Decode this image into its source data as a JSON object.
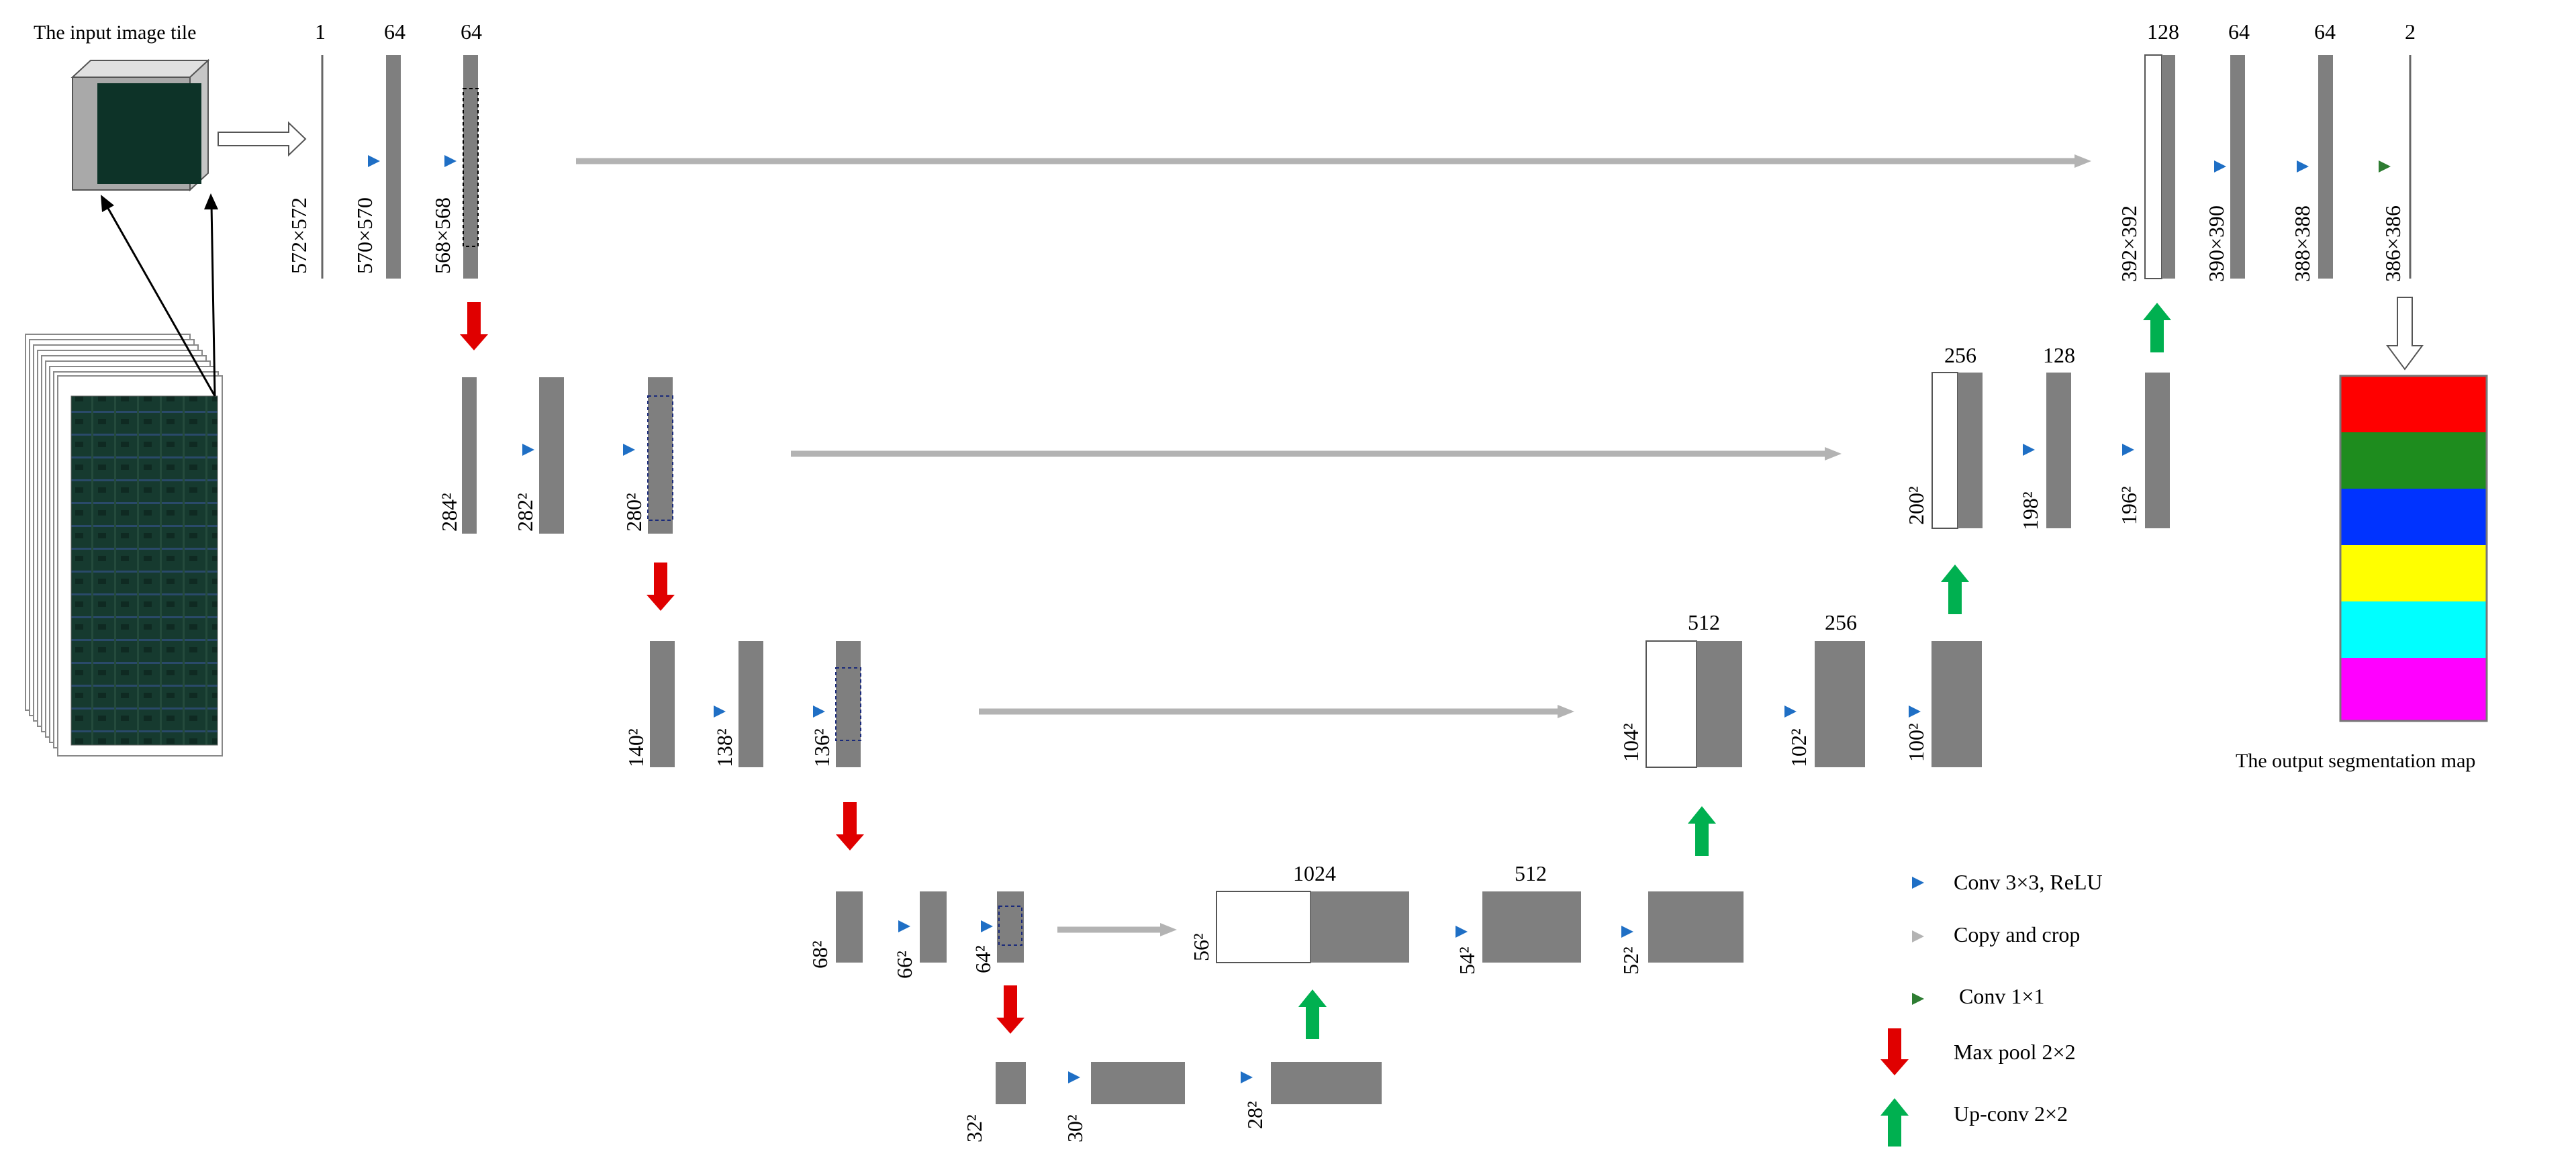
{
  "labels": {
    "input_tile": "The input image tile",
    "output_map": "The output segmentation map"
  },
  "encoder": [
    {
      "level": 1,
      "channels": [
        "1",
        "64",
        "64"
      ],
      "sizes": [
        "572×572",
        "570×570",
        "568×568"
      ]
    },
    {
      "level": 2,
      "channels": [],
      "sizes": [
        "284²",
        "282²",
        "280²"
      ]
    },
    {
      "level": 3,
      "channels": [],
      "sizes": [
        "140²",
        "138²",
        "136²"
      ]
    },
    {
      "level": 4,
      "channels": [],
      "sizes": [
        "68²",
        "66²",
        "64²"
      ]
    },
    {
      "level": 5,
      "channels": [],
      "sizes": [
        "32²",
        "30²",
        "28²"
      ]
    }
  ],
  "decoder": [
    {
      "level": 4,
      "channels": [
        "1024",
        "512"
      ],
      "sizes": [
        "56²",
        "54²",
        "52²"
      ]
    },
    {
      "level": 3,
      "channels": [
        "512",
        "256"
      ],
      "sizes": [
        "104²",
        "102²",
        "100²"
      ]
    },
    {
      "level": 2,
      "channels": [
        "256",
        "128"
      ],
      "sizes": [
        "200²",
        "198²",
        "196²"
      ]
    },
    {
      "level": 1,
      "channels": [
        "128",
        "64",
        "64",
        "2"
      ],
      "sizes": [
        "392×392",
        "390×390",
        "388×388",
        "386×386"
      ]
    }
  ],
  "legend": [
    {
      "key": "conv",
      "label": "Conv 3×3, ReLU",
      "color": "#1f6fc5",
      "icon": "arrow-right-icon"
    },
    {
      "key": "copy",
      "label": "Copy and crop",
      "color": "#b3b3b3",
      "icon": "arrow-right-icon"
    },
    {
      "key": "conv1x1",
      "label": "Conv 1×1",
      "color": "#2e7d32",
      "icon": "arrow-right-icon"
    },
    {
      "key": "maxpool",
      "label": "Max pool 2×2",
      "color": "#e00000",
      "icon": "arrow-down-icon"
    },
    {
      "key": "upconv",
      "label": "Up-conv 2×2",
      "color": "#00b050",
      "icon": "arrow-up-icon"
    }
  ],
  "colors": {
    "feature_map": "#7f7f7f",
    "conv": "#1f6fc5",
    "copy": "#b3b3b3",
    "conv1x1": "#2e7d32",
    "maxpool": "#e00000",
    "upconv": "#00b050",
    "tile_face": "#0d3328",
    "tile_frame": "#9a9a9a"
  },
  "segmentation_colors": [
    "#ff0000",
    "#1e8c1e",
    "#0033ff",
    "#ffff00",
    "#00ffff",
    "#ff00ff"
  ]
}
